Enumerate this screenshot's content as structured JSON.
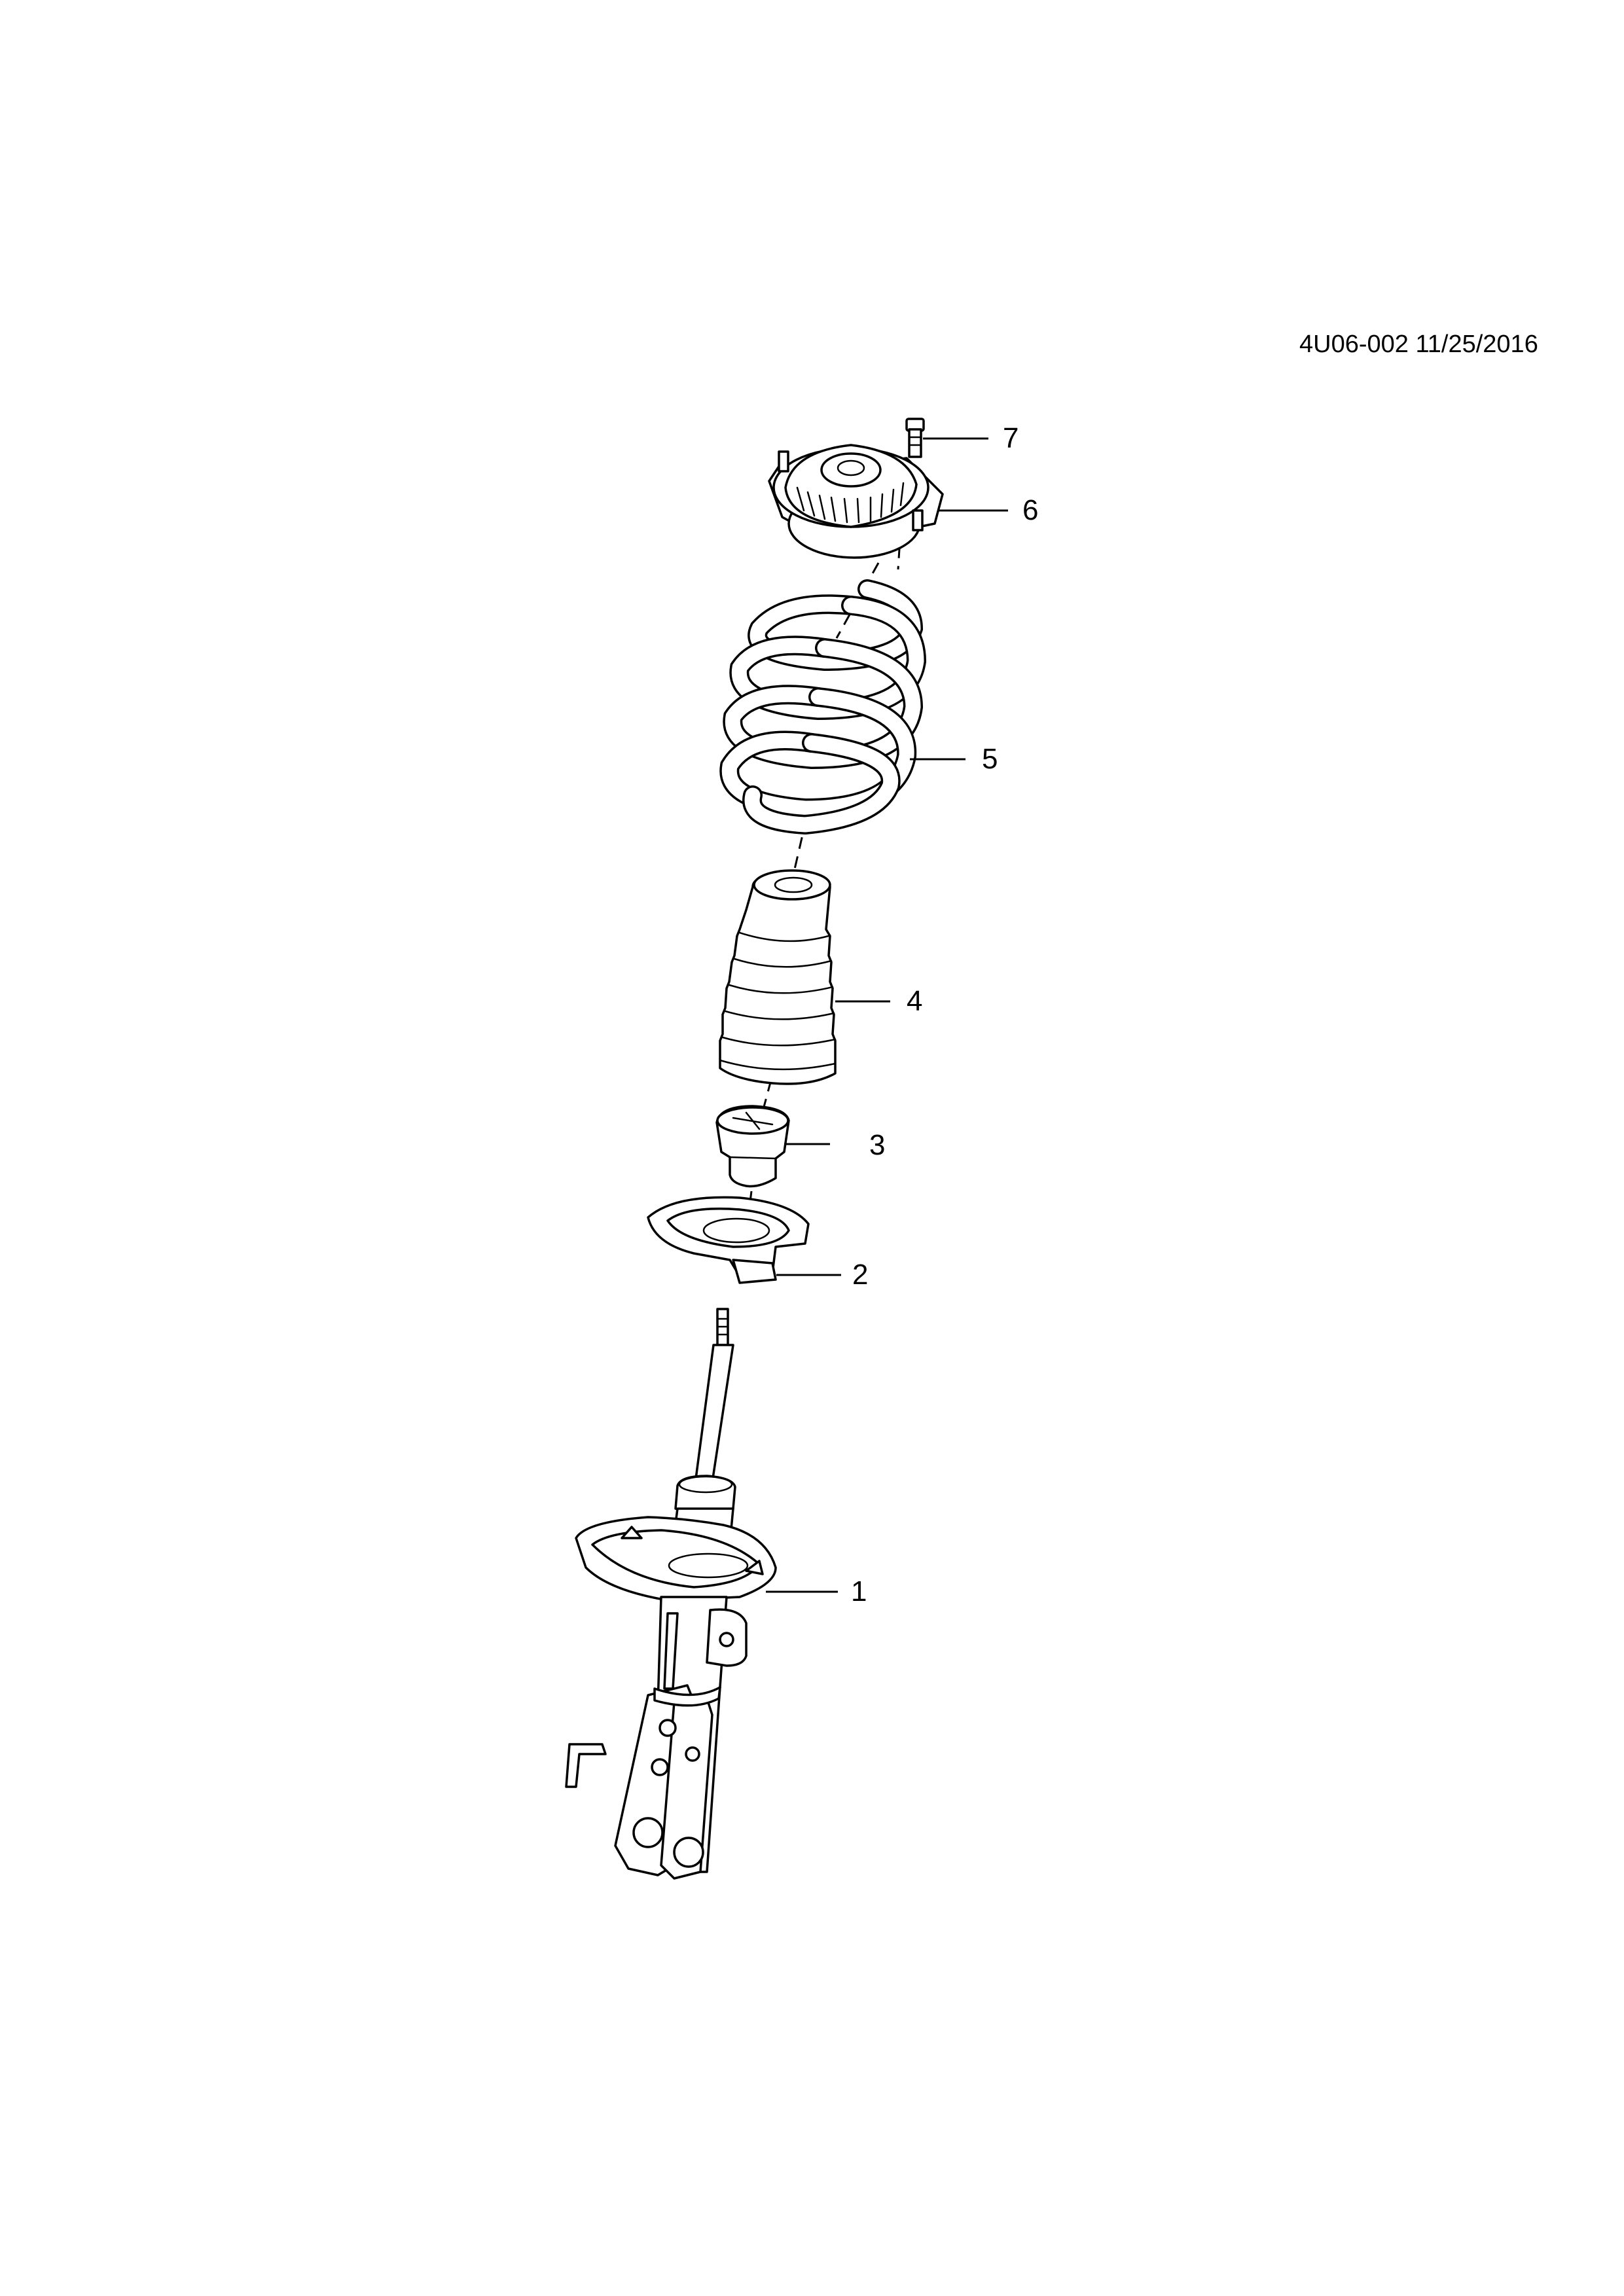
{
  "document": {
    "reference": "4U06-002 11/25/2016"
  },
  "callouts": [
    {
      "number": "1",
      "part": "strut-assembly"
    },
    {
      "number": "2",
      "part": "lower-spring-seat"
    },
    {
      "number": "3",
      "part": "bump-stop"
    },
    {
      "number": "4",
      "part": "dust-boot"
    },
    {
      "number": "5",
      "part": "coil-spring"
    },
    {
      "number": "6",
      "part": "upper-strut-mount"
    },
    {
      "number": "7",
      "part": "mount-bolt"
    }
  ]
}
